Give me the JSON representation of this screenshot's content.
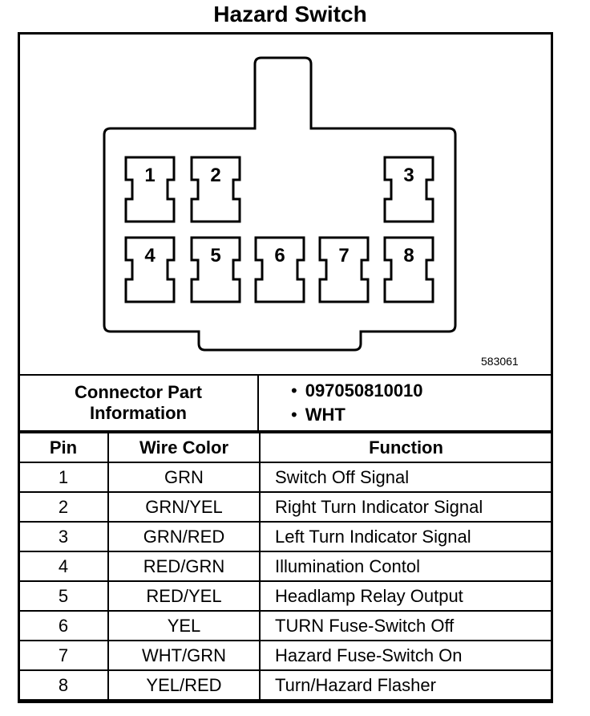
{
  "title": "Hazard Switch",
  "diagram_id": "583061",
  "pins_diagram": [
    {
      "label": "1"
    },
    {
      "label": "2"
    },
    {
      "label": "3"
    },
    {
      "label": "4"
    },
    {
      "label": "5"
    },
    {
      "label": "6"
    },
    {
      "label": "7"
    },
    {
      "label": "8"
    }
  ],
  "connector_info": {
    "label_line1": "Connector Part",
    "label_line2": "Information",
    "bullet": "•",
    "values": [
      "097050810010",
      "WHT"
    ]
  },
  "table": {
    "headers": {
      "pin": "Pin",
      "wire": "Wire Color",
      "function": "Function"
    },
    "rows": [
      {
        "pin": "1",
        "wire": "GRN",
        "function": "Switch Off Signal"
      },
      {
        "pin": "2",
        "wire": "GRN/YEL",
        "function": "Right Turn Indicator Signal"
      },
      {
        "pin": "3",
        "wire": "GRN/RED",
        "function": "Left Turn Indicator Signal"
      },
      {
        "pin": "4",
        "wire": "RED/GRN",
        "function": "Illumination Contol"
      },
      {
        "pin": "5",
        "wire": "RED/YEL",
        "function": "Headlamp Relay Output"
      },
      {
        "pin": "6",
        "wire": "YEL",
        "function": "TURN Fuse-Switch Off"
      },
      {
        "pin": "7",
        "wire": "WHT/GRN",
        "function": "Hazard Fuse-Switch On"
      },
      {
        "pin": "8",
        "wire": "YEL/RED",
        "function": "Turn/Hazard Flasher"
      }
    ]
  }
}
